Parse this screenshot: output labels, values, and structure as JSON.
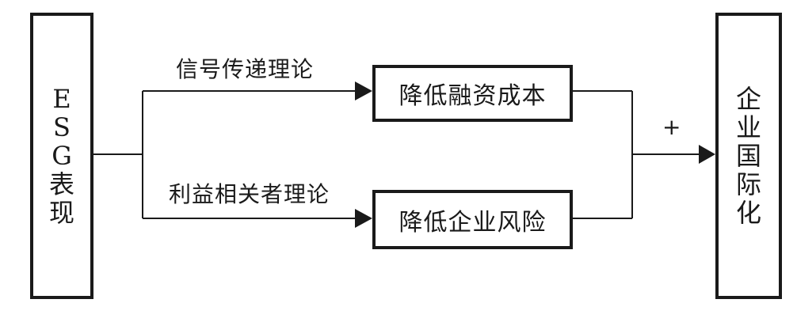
{
  "diagram": {
    "left_box": {
      "chars": [
        "E",
        "S",
        "G",
        "表",
        "现"
      ]
    },
    "right_box": {
      "chars": [
        "企",
        "业",
        "国",
        "际",
        "化"
      ]
    },
    "top_box": {
      "label": "降低融资成本"
    },
    "bottom_box": {
      "label": "降低企业风险"
    },
    "top_path_label": "信号传递理论",
    "bottom_path_label": "利益相关者理论",
    "effect_sign": "+",
    "colors": {
      "line": "#1a1a1a",
      "background": "#ffffff"
    }
  }
}
